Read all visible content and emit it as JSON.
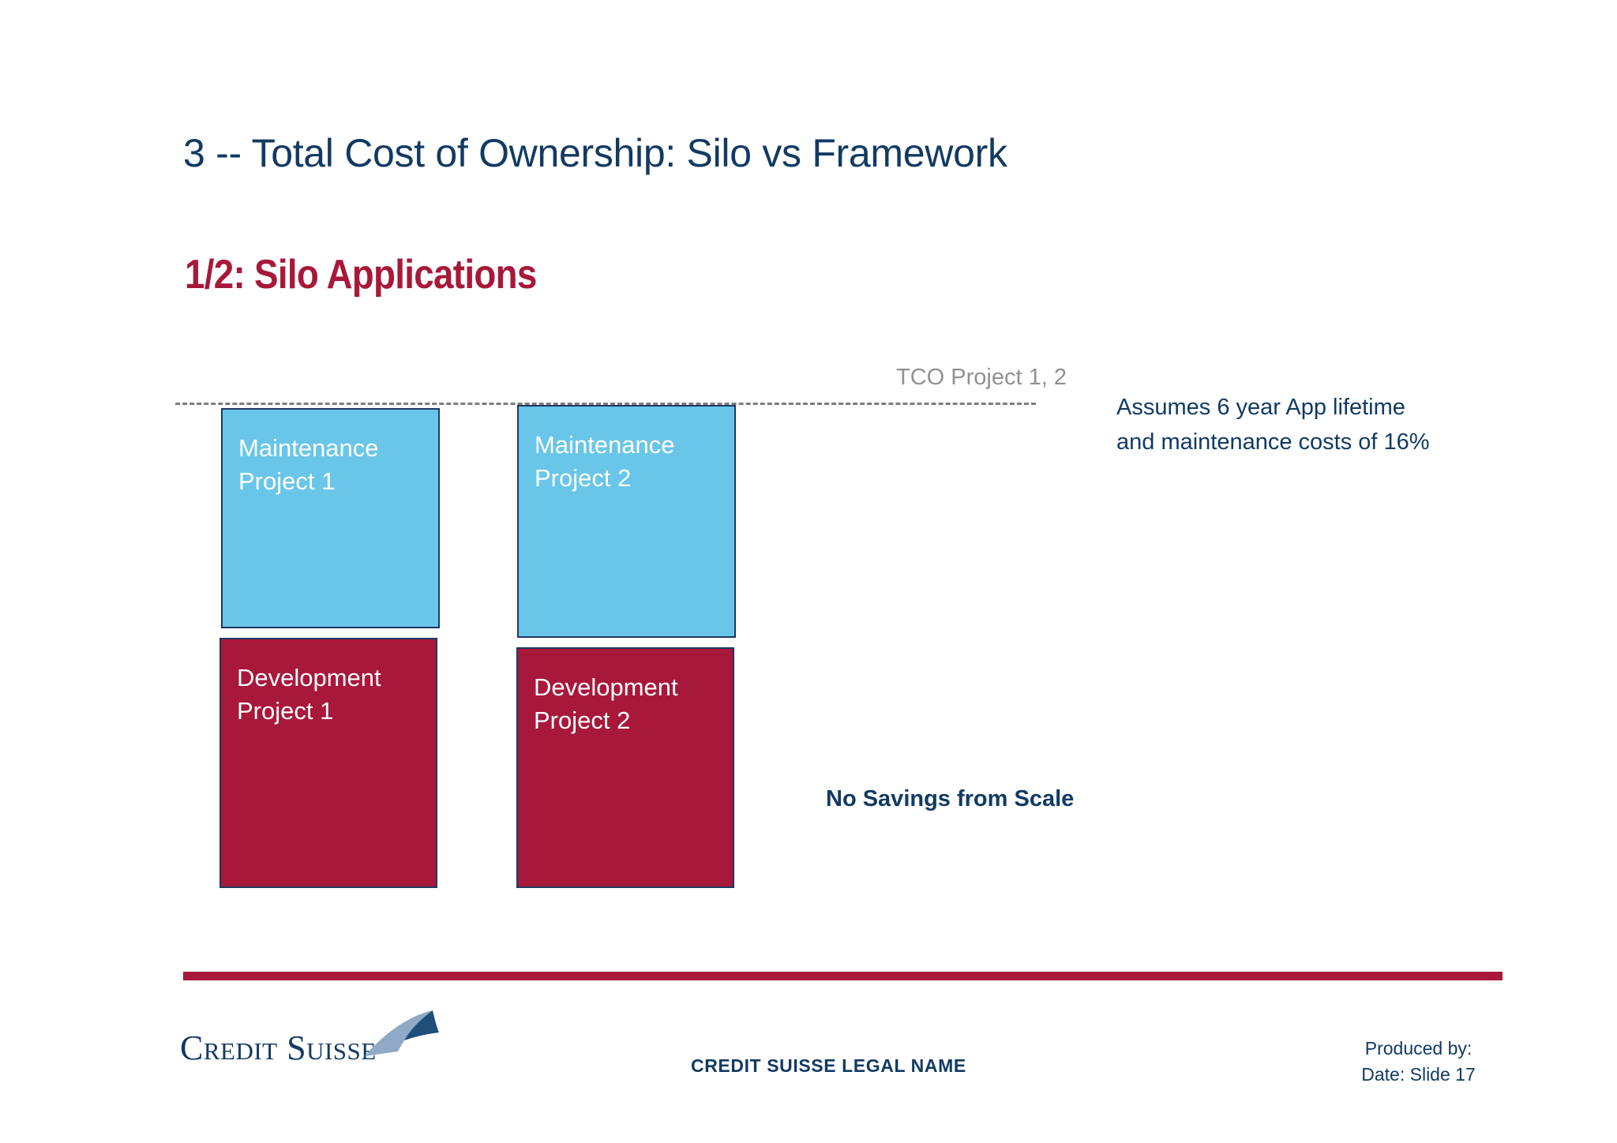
{
  "slide": {
    "title": "3 -- Total Cost of Ownership: Silo vs Framework",
    "subtitle": "1/2: Silo Applications"
  },
  "chart_data": {
    "type": "bar",
    "title": "TCO Project 1, 2",
    "stacked": true,
    "categories": [
      "Project 1",
      "Project 2"
    ],
    "series": [
      {
        "name": "Development",
        "values": [
          317,
          305
        ],
        "color": "#A8183A"
      },
      {
        "name": "Maintenance",
        "values": [
          279,
          295
        ],
        "color": "#69C6E8"
      }
    ],
    "reference_line": {
      "label": "TCO Project 1, 2",
      "color": "#7d7d7d",
      "style": "dash-dot"
    },
    "grid": false,
    "legend": "none",
    "bars": [
      {
        "id": "bar1",
        "maintenance_line1": "Maintenance",
        "maintenance_line2": "Project 1",
        "development_line1": "Development",
        "development_line2": "Project 1"
      },
      {
        "id": "bar2",
        "maintenance_line1": "Maintenance",
        "maintenance_line2": "Project 2",
        "development_line1": "Development",
        "development_line2": "Project 2"
      }
    ],
    "annotations": [
      "Assumes 6 year App lifetime",
      "and maintenance costs of 16%",
      "No Savings from Scale"
    ]
  },
  "annotation": {
    "line1": "Assumes 6 year App lifetime",
    "line2": "and maintenance costs of 16%",
    "callout": "No Savings from Scale"
  },
  "footer": {
    "logo_text": "Credit Suisse",
    "center": "CREDIT SUISSE LEGAL NAME",
    "produced_by": "Produced by:",
    "date_slide": "Date:  Slide 17"
  },
  "colors": {
    "navy": "#123A63",
    "crimson": "#A8183A",
    "light_blue": "#69C6E8",
    "gray": "#919191"
  }
}
